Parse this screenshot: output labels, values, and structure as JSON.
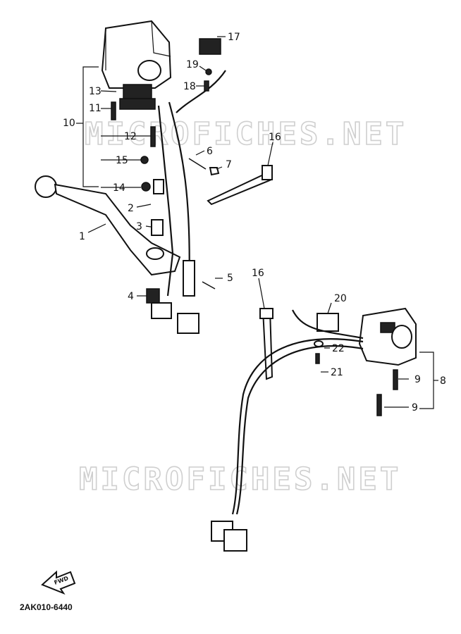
{
  "diagram": {
    "watermarks": [
      "MICROFICHES.NET",
      "MICROFICHES.NET"
    ],
    "catalog_code": "2AK010-6440",
    "fwd_label": "FWD",
    "callouts": {
      "c1": "1",
      "c2": "2",
      "c3": "3",
      "c4": "4",
      "c5": "5",
      "c6": "6",
      "c7": "7",
      "c8": "8",
      "c9a": "9",
      "c9b": "9",
      "c10": "10",
      "c11": "11",
      "c12": "12",
      "c13": "13",
      "c14": "14",
      "c15": "15",
      "c16a": "16",
      "c16b": "16",
      "c17": "17",
      "c18": "18",
      "c19": "19",
      "c20": "20",
      "c21": "21",
      "c22": "22"
    }
  }
}
